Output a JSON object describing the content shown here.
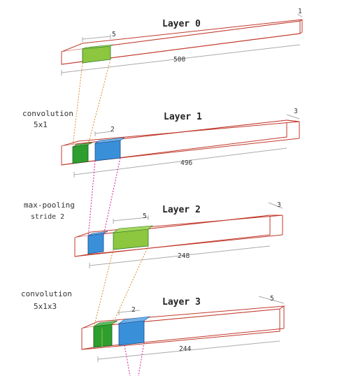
{
  "colors": {
    "outline": "#c0392b",
    "green": "#8dc63f",
    "dark_green": "#2e9e2e",
    "blue": "#3a8fd9",
    "orange_link": "#d98c2b",
    "magenta_link": "#d81b9a"
  },
  "layers": [
    {
      "title": "Layer 0",
      "length_label": "500",
      "depth_label": "1",
      "window_label": "5"
    },
    {
      "title": "Layer 1",
      "length_label": "496",
      "depth_label": "3",
      "window_label": "2"
    },
    {
      "title": "Layer 2",
      "length_label": "248",
      "depth_label": "3",
      "window_label": "5"
    },
    {
      "title": "Layer 3",
      "length_label": "244",
      "depth_label": "5",
      "window_label": "2"
    }
  ],
  "operations": [
    {
      "line1": "convolution",
      "line2": "5x1"
    },
    {
      "line1": "max-pooling",
      "line2": "stride 2"
    },
    {
      "line1": "convolution",
      "line2": "5x1x3"
    }
  ]
}
